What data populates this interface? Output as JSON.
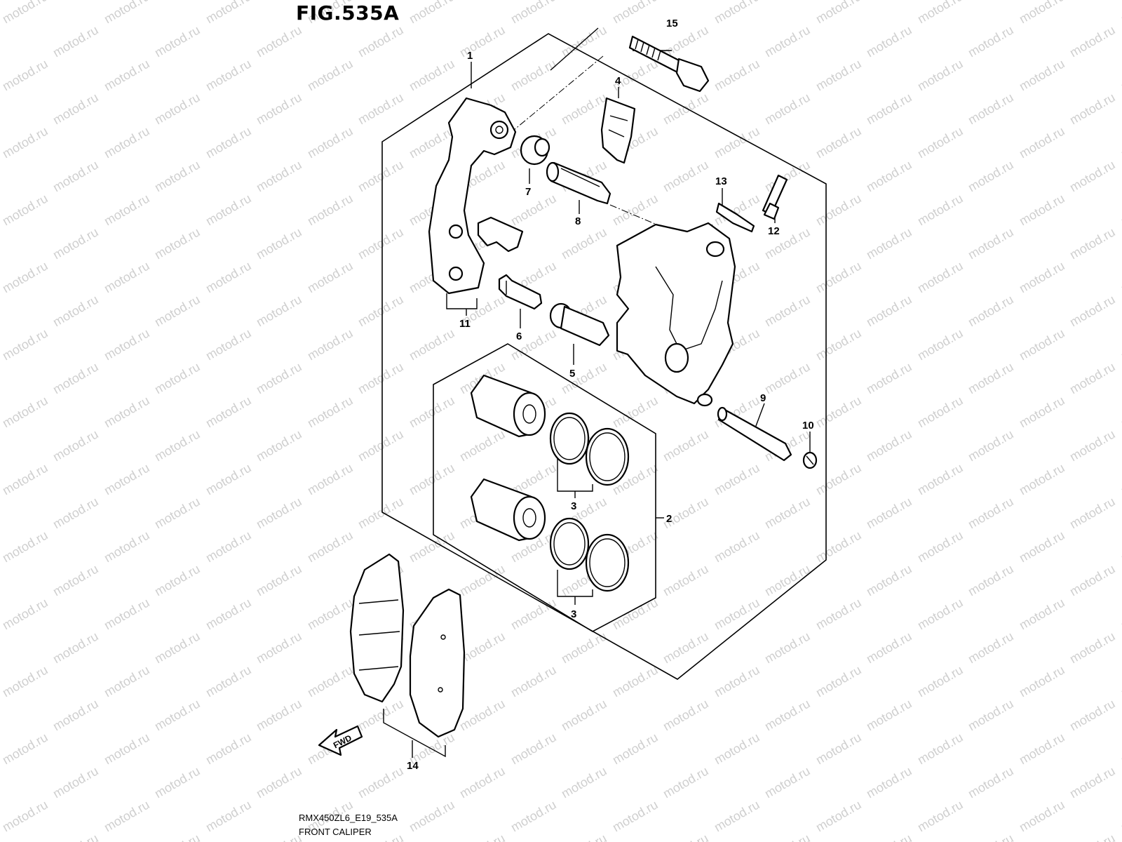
{
  "figure": {
    "title": "FIG.535A"
  },
  "footer": {
    "model_code": "RMX450ZL6_E19_535A",
    "caption": "FRONT CALIPER"
  },
  "watermark": {
    "text": "motod.ru"
  },
  "fwd_arrow": {
    "label": "FWD"
  },
  "callouts": {
    "c1": "1",
    "c2": "2",
    "c3a": "3",
    "c3b": "3",
    "c4": "4",
    "c5": "5",
    "c6": "6",
    "c7": "7",
    "c8": "8",
    "c9": "9",
    "c10": "10",
    "c11": "11",
    "c12": "12",
    "c13": "13",
    "c14": "14",
    "c15": "15"
  }
}
